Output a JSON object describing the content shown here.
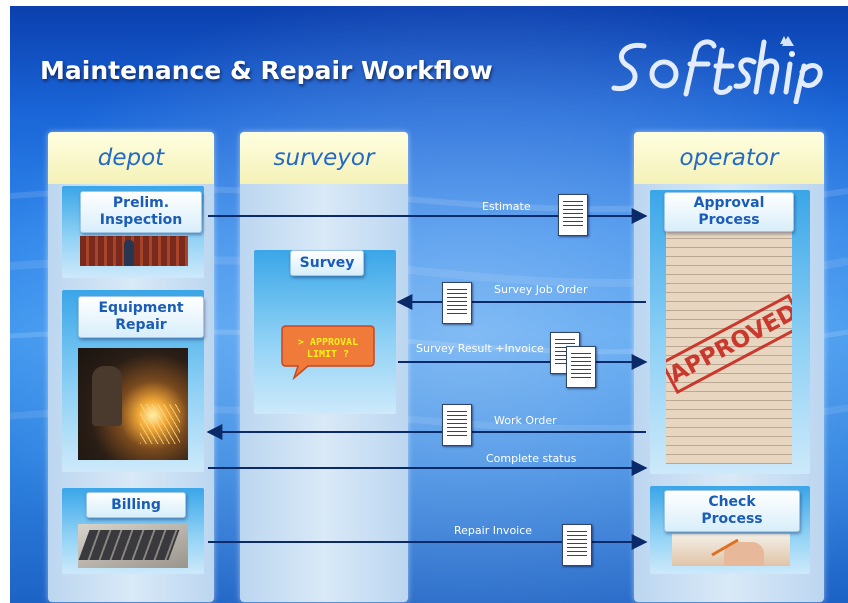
{
  "title": "Maintenance & Repair Workflow",
  "logo_text": "Softship",
  "columns": {
    "depot": "depot",
    "surveyor": "surveyor",
    "operator": "operator"
  },
  "boxes": {
    "prelim_line1": "Prelim.",
    "prelim_line2": "Inspection",
    "equipment_line1": "Equipment",
    "equipment_line2": "Repair",
    "billing": "Billing",
    "survey": "Survey",
    "approval_line1": "Approval",
    "approval_line2": "Process",
    "check_line1": "Check",
    "check_line2": "Process"
  },
  "callout": {
    "line1": "> APPROVAL",
    "line2": "LIMIT ?"
  },
  "stamp_text": "APPROVED",
  "arrows": {
    "estimate": "Estimate",
    "survey_job_order": "Survey Job Order",
    "survey_result_invoice": "Survey Result +Invoice",
    "work_order": "Work Order",
    "complete_status": "Complete status",
    "repair_invoice": "Repair Invoice"
  },
  "colors": {
    "column_header_text": "#2369c8",
    "box_label_text": "#1a5db8",
    "callout_fill": "#f07a3a",
    "callout_text": "#f4f21a",
    "stamp": "#c8281e",
    "arrow": "#0a2a6a"
  }
}
